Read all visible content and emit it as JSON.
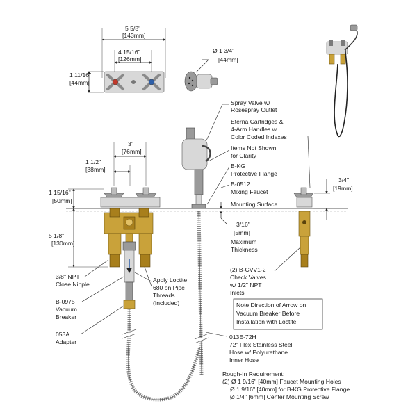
{
  "top_view": {
    "overall_width": "5 5/8\"",
    "overall_width_mm": "[143mm]",
    "center_width": "4 15/16\"",
    "center_width_mm": "[126mm]",
    "height": "1 11/16\"",
    "height_mm": "[44mm]",
    "rosespray_dia": "Ø 1 3/4\"",
    "rosespray_dia_mm": "[44mm]"
  },
  "main_dims": {
    "centers": "3\"",
    "centers_mm": "[76mm]",
    "half_center": "1 1/2\"",
    "half_center_mm": "[38mm]",
    "handle_height": "1 15/16\"",
    "handle_height_mm": "[50mm]",
    "body_height": "5 1/8\"",
    "body_height_mm": "[130mm]",
    "right_handle": "3/4\"",
    "right_handle_mm": "[19mm]",
    "thickness": "3/16\"",
    "thickness_mm": "[5mm]",
    "thickness_label_1": "Maximum",
    "thickness_label_2": "Thickness"
  },
  "callouts": {
    "spray_valve_1": "Spray Valve w/",
    "spray_valve_2": "Rosespray Outlet",
    "eterna_1": "Eterna Cartridges &",
    "eterna_2": "4-Arm Handles w",
    "eterna_3": "Color Coded Indexes",
    "not_shown_1": "Items Not Shown",
    "not_shown_2": "for Clarity",
    "bkg_1": "B-KG",
    "bkg_2": "Protective Flange",
    "b0512_1": "B-0512",
    "b0512_2": "Mixing Faucet",
    "mounting_surface": "Mounting Surface",
    "nipple_1": "3/8\" NPT",
    "nipple_2": "Close Nipple",
    "loctite_1": "Apply Loctite",
    "loctite_2": "680 on Pipe",
    "loctite_3": "Threads",
    "loctite_4": "(Included)",
    "vb_1": "B-0975",
    "vb_2": "Vacuum",
    "vb_3": "Breaker",
    "adapter_1": "053A",
    "adapter_2": "Adapter",
    "check_1": "(2) B-CVV1-2",
    "check_2": "Check Valves",
    "check_3": "w/ 1/2\" NPT",
    "check_4": "Inlets",
    "note_1": "Note Direction of Arrow on",
    "note_2": "Vacuum Breaker Before",
    "note_3": "Installation with Loctite",
    "hose_1": "013E-72H",
    "hose_2": "72\" Flex Stainless Steel",
    "hose_3": "Hose w/ Polyurethane",
    "hose_4": "Inner Hose"
  },
  "rough_in": {
    "title": "Rough-In Requirement:",
    "line_1": "(2) Ø 1 9/16\" [40mm] Faucet Mounting Holes",
    "line_2": "Ø 1 9/16\" [40mm] for B-KG Protective Flange",
    "line_3": "Ø 1/4\" [6mm] Center Mounting Screw"
  },
  "colors": {
    "brass": "#c9a23a",
    "chrome": "#d8d8d8",
    "hot_index": "#c0392b",
    "cold_index": "#2e5fa8",
    "line": "#222222"
  }
}
